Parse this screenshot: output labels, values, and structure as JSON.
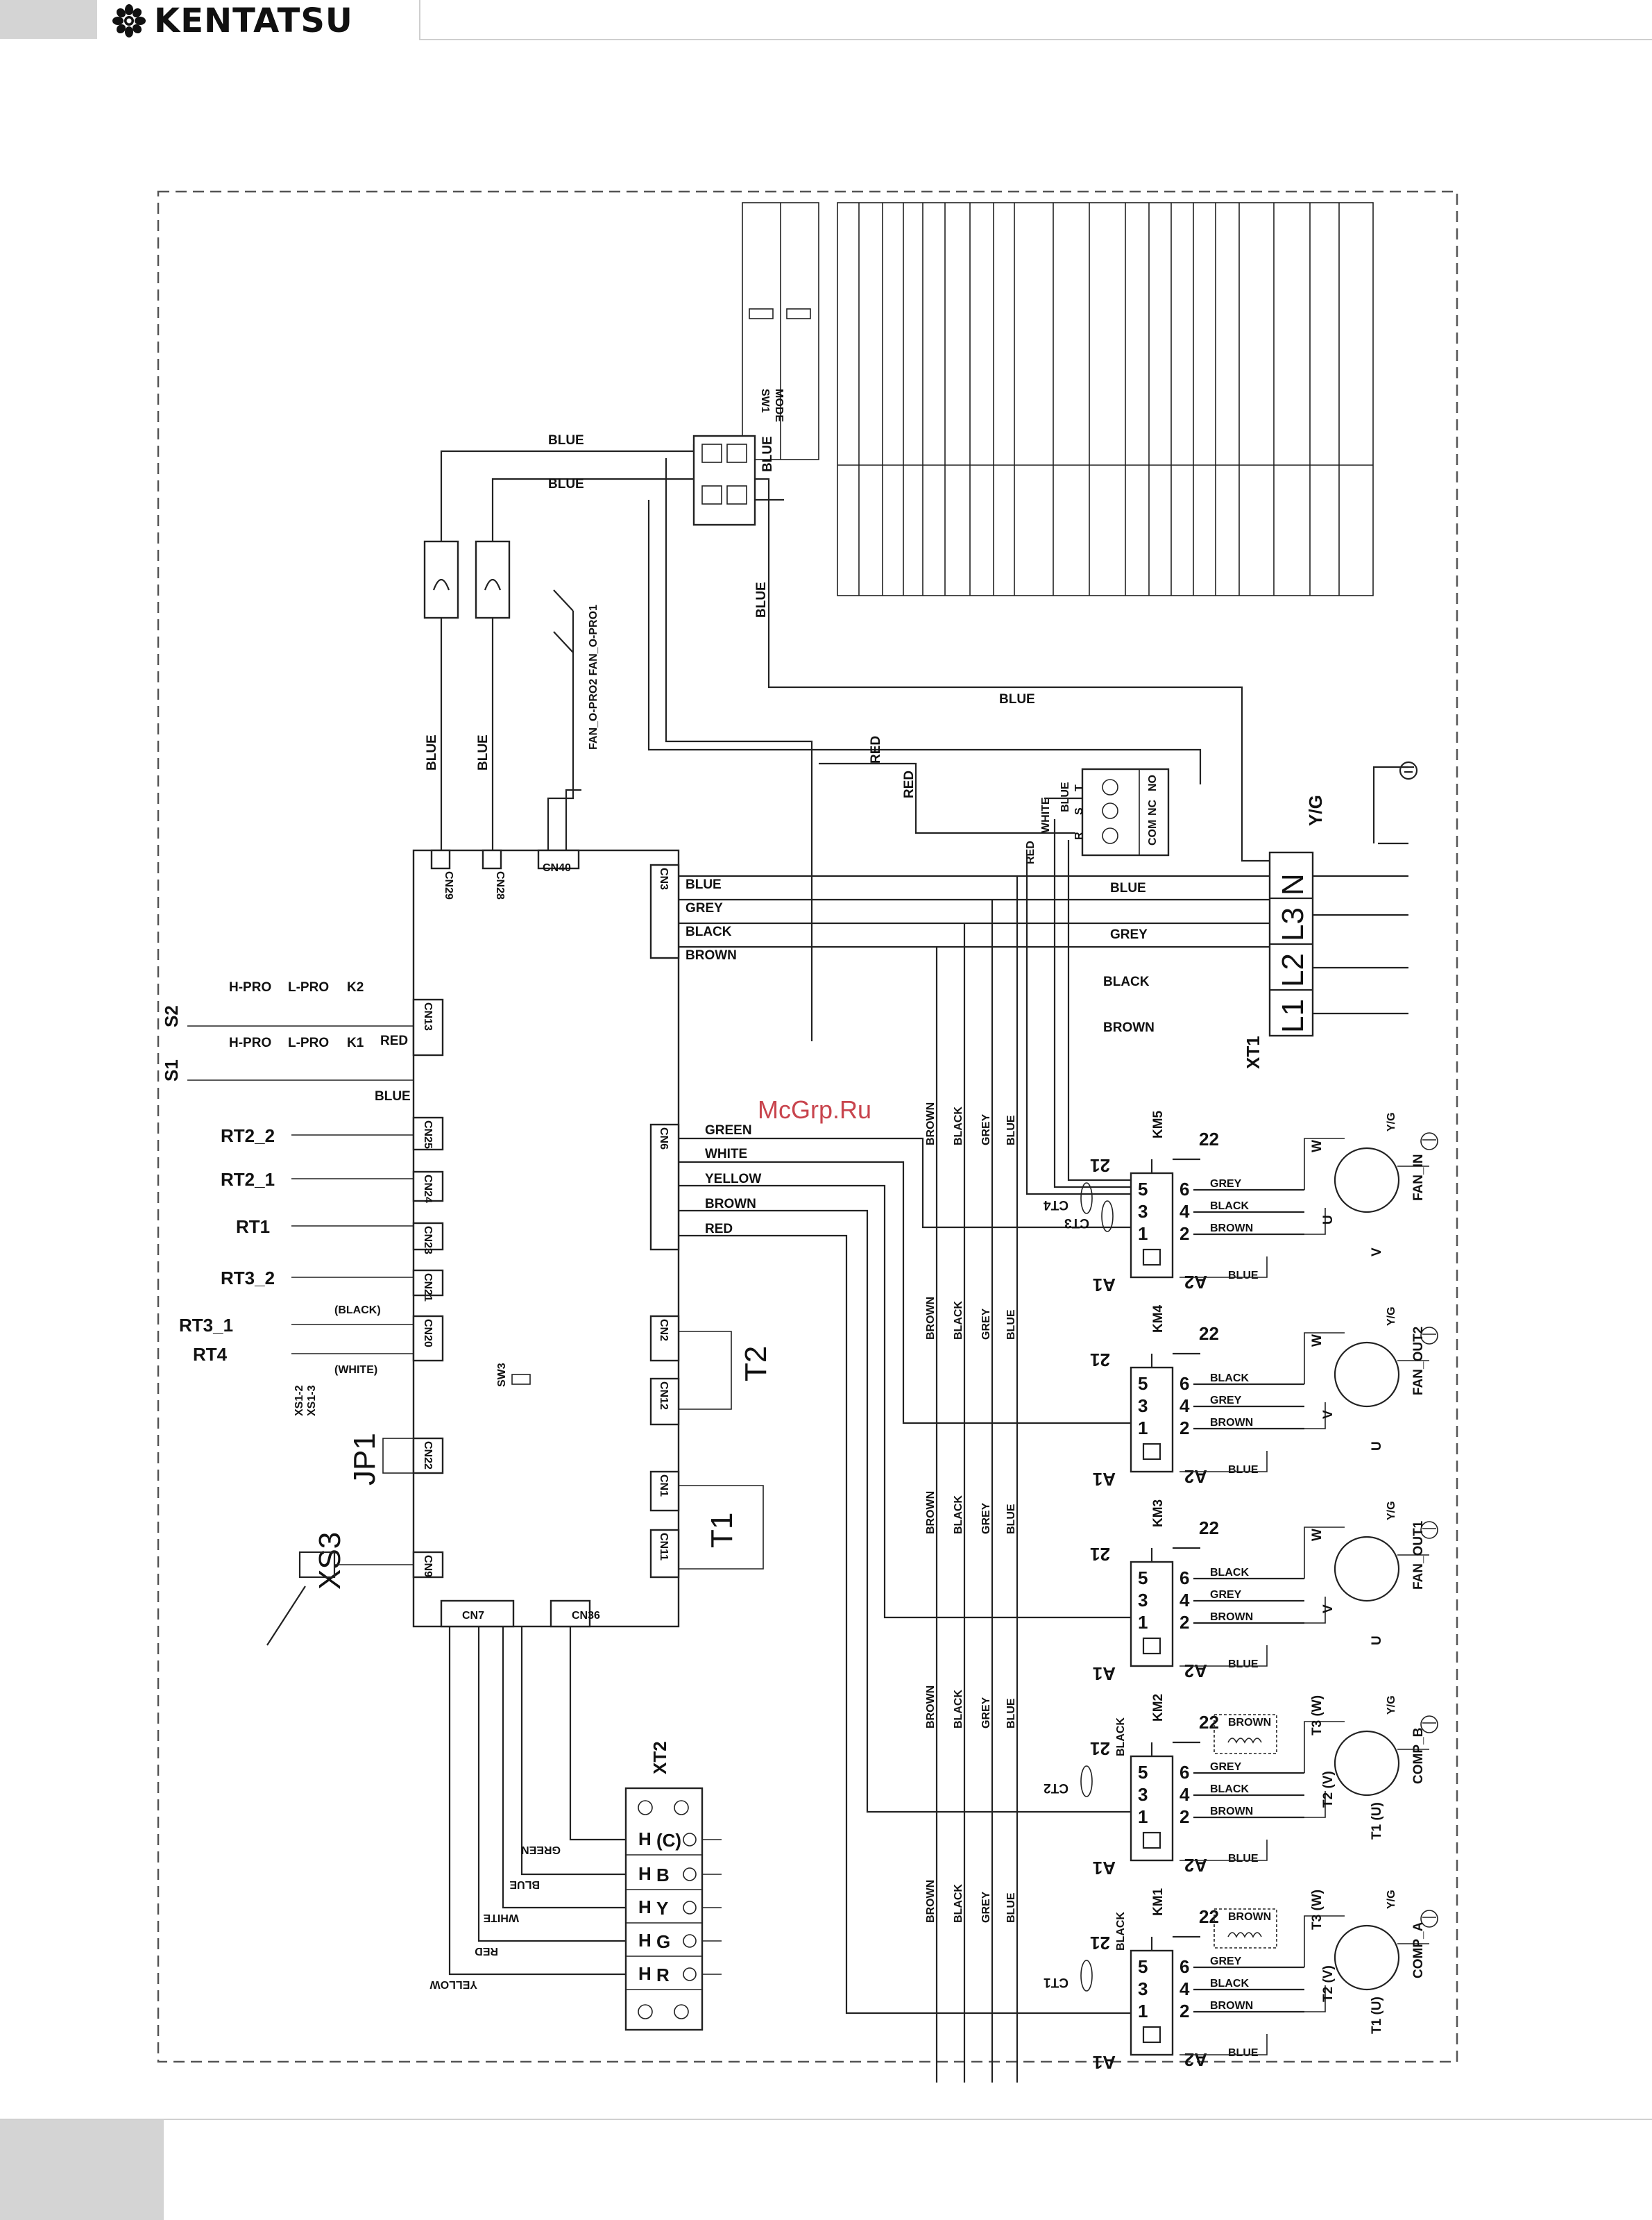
{
  "header": {
    "brand": "KENTATSU",
    "logo_icon": "gear-flower-icon"
  },
  "watermark": "McGrp.Ru",
  "diagram": {
    "mainboard": {
      "connectors_top": [
        "CN29",
        "CN28",
        "CN40"
      ],
      "connectors_left": [
        "CN13",
        "CN25",
        "CN24",
        "CN23",
        "CN21",
        "CN20",
        "CN22",
        "CN9"
      ],
      "connectors_right": [
        "CN3",
        "CN6",
        "CN2",
        "CN12",
        "CN1",
        "CN11"
      ],
      "connectors_bottom": [
        "CN7",
        "CN36"
      ],
      "switch_label": "SW3"
    },
    "cn3_wires": [
      "BLUE",
      "GREY",
      "BLACK",
      "BROWN"
    ],
    "cn6_wires": [
      "GREEN",
      "WHITE",
      "YELLOW",
      "BROWN",
      "RED"
    ],
    "top_wires": [
      "BLUE",
      "BLUE",
      "BLUE"
    ],
    "mid_wires": [
      "BLUE",
      "RED",
      "RED",
      "WHITE",
      "BLUE",
      "RED"
    ],
    "fan_protect": "FAN_O-PRO2 FAN_O-PRO1",
    "protectors": [
      "H-PRO",
      "L-PRO",
      "K2",
      "H-PRO",
      "L-PRO",
      "K1"
    ],
    "switch_lines": [
      "S2",
      "S1"
    ],
    "cn13_wires": [
      "RED",
      "BLUE"
    ],
    "sensors": [
      "RT2_2",
      "RT2_1",
      "RT1",
      "RT3_2",
      "RT3_1",
      "RT4"
    ],
    "sensor_notes": [
      "(BLACK)",
      "(WHITE)"
    ],
    "xs_labels": [
      "XS1-2",
      "XS1-3"
    ],
    "jp": "JP1",
    "xs3": "XS3",
    "transformers": [
      "T2",
      "T1"
    ],
    "xt2": {
      "title": "XT2",
      "terminals": [
        "H",
        "H",
        "H",
        "H",
        "H"
      ],
      "letters": [
        "(C)",
        "B",
        "Y",
        "G",
        "R"
      ],
      "wires": [
        "GREEN",
        "BLUE",
        "WHITE",
        "RED",
        "YELLOW"
      ]
    },
    "xt1": {
      "title": "XT1",
      "terminals": [
        "N",
        "L3",
        "L2",
        "L1"
      ],
      "wires": [
        "BLUE",
        "GREY",
        "BLACK",
        "BROWN"
      ],
      "ground": "Y/G"
    },
    "relay_block": {
      "pins": [
        "T",
        "S",
        "R"
      ],
      "labels": [
        "NO",
        "NC",
        "COM"
      ],
      "wires": [
        "WHITE",
        "BLUE",
        "RED"
      ]
    },
    "contactors": [
      {
        "name": "KM5",
        "wires": [
          "GREY",
          "BLACK",
          "BROWN"
        ],
        "a2": "BLUE",
        "motor": "FAN_IN",
        "phases": [
          "W",
          "U",
          "V"
        ],
        "ct": [
          "CT4",
          "CT3"
        ]
      },
      {
        "name": "KM4",
        "wires": [
          "BLACK",
          "GREY",
          "BROWN"
        ],
        "a2": "BLUE",
        "motor": "FAN_OUT2",
        "phases": [
          "W",
          "V",
          "U"
        ],
        "ct": []
      },
      {
        "name": "KM3",
        "wires": [
          "BLACK",
          "GREY",
          "BROWN"
        ],
        "a2": "BLUE",
        "motor": "FAN_OUT1",
        "phases": [
          "W",
          "V",
          "U"
        ],
        "ct": []
      },
      {
        "name": "KM2",
        "wires": [
          "GREY",
          "BLACK",
          "BROWN"
        ],
        "a2": "BLUE",
        "motor": "COMP_B",
        "phases": [
          "T3 (W)",
          "T2 (V)",
          "T1 (U)"
        ],
        "ct": [
          "CT2"
        ],
        "heater": "BROWN"
      },
      {
        "name": "KM1",
        "wires": [
          "GREY",
          "BLACK",
          "BROWN"
        ],
        "a2": "BLUE",
        "motor": "COMP_A",
        "phases": [
          "T3 (W)",
          "T2 (V)",
          "T1 (U)"
        ],
        "ct": [
          "CT1"
        ],
        "heater": "BROWN"
      }
    ],
    "contact_numbers": [
      "21",
      "22",
      "5",
      "6",
      "3",
      "4",
      "1",
      "2",
      "A1",
      "A2"
    ],
    "bus_wires": [
      "BROWN",
      "BLACK",
      "GREY",
      "BLUE"
    ],
    "motor_ground": "Y/G",
    "coil_label": "BLACK",
    "sw1": {
      "labels": [
        "SW1",
        "MODE"
      ]
    }
  }
}
